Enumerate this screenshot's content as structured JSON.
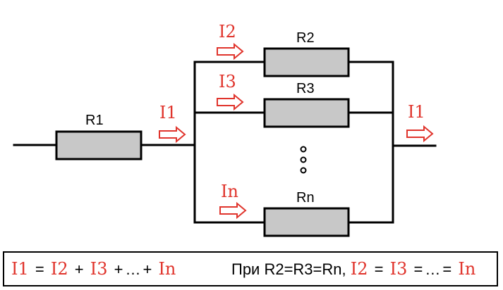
{
  "resistors": {
    "r1": "R1",
    "r2": "R2",
    "r3": "R3",
    "rn": "Rn"
  },
  "currents": {
    "i_in": "I1",
    "i2": "I2",
    "i3": "I3",
    "in": "In",
    "i_out": "I1"
  },
  "formula": {
    "left": {
      "i1": "I1",
      "eq": "=",
      "i2": "I2",
      "plus1": "+",
      "i3": "I3",
      "plus2": "+",
      "ellipsis": "…",
      "plus3": "+",
      "in": "In"
    },
    "right": {
      "condition": "При R2=R3=Rn,",
      "i2": "I2",
      "eq1": "=",
      "i3": "I3",
      "eq2": "=",
      "ellipsis": "…",
      "eq3": "=",
      "in": "In"
    }
  },
  "colors": {
    "current": "#e0342c",
    "resistor_fill": "#c8c8c8",
    "wire": "#000000"
  }
}
